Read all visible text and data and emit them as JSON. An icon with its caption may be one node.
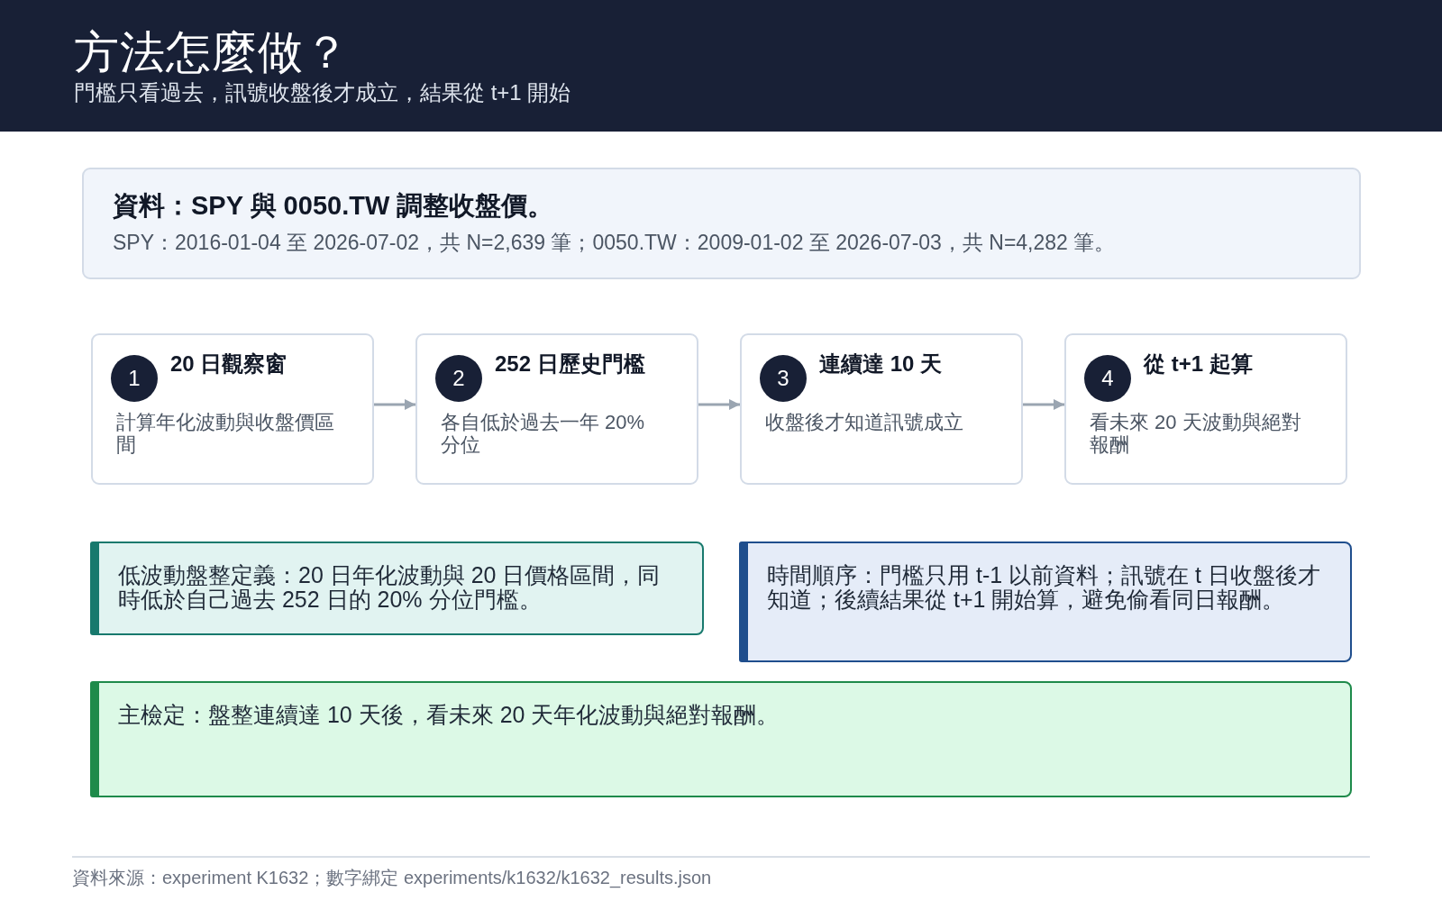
{
  "diagram": {
    "title": "方法怎麼做？",
    "nodes": [
      {
        "text": [
          "資料：SPY 與 0050.TW 調整收盤價。",
          "SPY：2016-01-04 至 2026-07-02，共 N=2,639 筆；0050.TW：2009-01-02 至 2026-07-03，共 N=4,282 筆。"
        ]
      },
      {
        "text": [
          "20 日觀察窗",
          "計算年化波動與收盤價區間"
        ]
      },
      {
        "text": [
          "1"
        ],
        "in": 1
      },
      {
        "text": [
          "252 日歷史門檻",
          "各自低於過去一年 20% 分位"
        ]
      },
      {
        "text": [
          "2"
        ],
        "in": 3
      },
      {
        "text": [
          "連續達 10 天",
          "收盤後才知道訊號成立"
        ]
      },
      {
        "text": [
          "3"
        ],
        "in": 5
      },
      {
        "text": [
          "從 t+1 起算",
          "看未來 20 天波動與絕對報酬"
        ]
      },
      {
        "text": [
          "4"
        ],
        "in": 7
      },
      {
        "text": [
          "低波動盤整定義：20 日年化波動與 20 日價格區間，同時低於自己過去 252 日的 20% 分位門檻。"
        ]
      },
      {
        "text": [
          "時間順序：門檻只用 t-1 以前資料；訊號在 t 日收盤後才知道；後續結果從 t+1 開始算，避免偷看同日報酬。"
        ]
      },
      {
        "text": [
          "主檢定：盤整連續達 10 天後，看未來 20 天年化波動與絕對報酬。"
        ]
      }
    ],
    "edges": [
      {
        "from": 1,
        "to": 3,
        "arrow": "to"
      },
      {
        "from": 3,
        "to": 5,
        "arrow": "to"
      },
      {
        "from": 5,
        "to": 7,
        "arrow": "to"
      }
    ],
    "labels": [
      "門檻只看過去，訊號收盤後才成立，結果從 t+1 開始",
      "資料來源：experiment K1632；數字綁定 experiments/k1632/k1632_results.json"
    ]
  }
}
